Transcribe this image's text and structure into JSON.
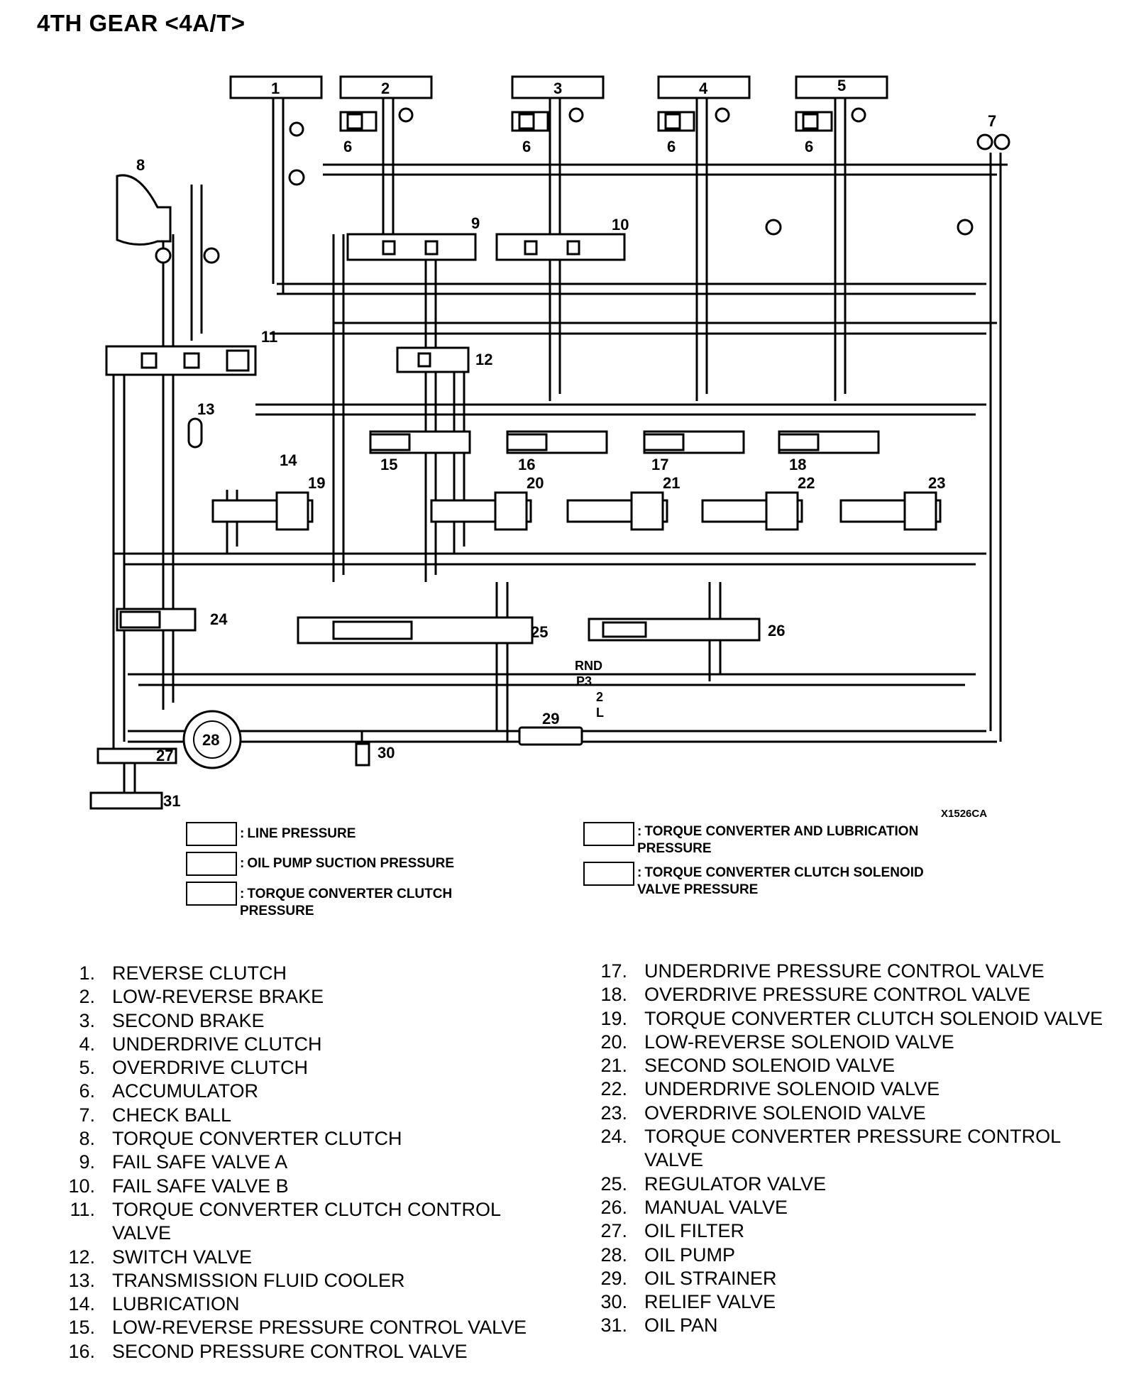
{
  "title": "4TH GEAR <4A/T>",
  "figure_code": "X1526CA",
  "diagram_labels": {
    "clutch_1": "1",
    "clutch_2": "2",
    "clutch_3": "3",
    "clutch_4": "4",
    "clutch_5": "5",
    "acc_6": "6",
    "check_7": "7",
    "tcc_8": "8",
    "fsa_9": "9",
    "fsb_10": "10",
    "tccc_11": "11",
    "switch_12": "12",
    "cooler_13": "13",
    "lube_14": "14",
    "v15": "15",
    "v16": "16",
    "v17": "17",
    "v18": "18",
    "s19": "19",
    "s20": "20",
    "s21": "21",
    "s22": "22",
    "s23": "23",
    "tcp_24": "24",
    "reg_25": "25",
    "man_26": "26",
    "filter_27": "27",
    "pump_28": "28",
    "strainer_29": "29",
    "relief_30": "30",
    "pan_31": "31",
    "range_rnd": "RND",
    "range_p3": "P3",
    "range_2": "2",
    "range_l": "L"
  },
  "legend": [
    {
      "text": "LINE PRESSURE"
    },
    {
      "text": "OIL PUMP SUCTION PRESSURE"
    },
    {
      "text": "TORQUE CONVERTER CLUTCH PRESSURE"
    },
    {
      "text": "TORQUE CONVERTER AND LUBRICATION PRESSURE"
    },
    {
      "text": "TORQUE CONVERTER CLUTCH SOLENOID VALVE PRESSURE"
    }
  ],
  "parts_left": [
    {
      "num": "1.",
      "name": "REVERSE CLUTCH"
    },
    {
      "num": "2.",
      "name": "LOW-REVERSE BRAKE"
    },
    {
      "num": "3.",
      "name": "SECOND BRAKE"
    },
    {
      "num": "4.",
      "name": "UNDERDRIVE CLUTCH"
    },
    {
      "num": "5.",
      "name": "OVERDRIVE CLUTCH"
    },
    {
      "num": "6.",
      "name": "ACCUMULATOR"
    },
    {
      "num": "7.",
      "name": "CHECK BALL"
    },
    {
      "num": "8.",
      "name": "TORQUE CONVERTER CLUTCH"
    },
    {
      "num": "9.",
      "name": "FAIL SAFE VALVE A"
    },
    {
      "num": "10.",
      "name": "FAIL SAFE VALVE B"
    },
    {
      "num": "11.",
      "name": "TORQUE CONVERTER CLUTCH CONTROL VALVE"
    },
    {
      "num": "12.",
      "name": "SWITCH VALVE"
    },
    {
      "num": "13.",
      "name": "TRANSMISSION FLUID COOLER"
    },
    {
      "num": "14.",
      "name": "LUBRICATION"
    },
    {
      "num": "15.",
      "name": "LOW-REVERSE PRESSURE CONTROL VALVE"
    },
    {
      "num": "16.",
      "name": "SECOND PRESSURE CONTROL VALVE"
    }
  ],
  "parts_right": [
    {
      "num": "17.",
      "name": "UNDERDRIVE PRESSURE CONTROL VALVE"
    },
    {
      "num": "18.",
      "name": "OVERDRIVE PRESSURE CONTROL VALVE"
    },
    {
      "num": "19.",
      "name": "TORQUE CONVERTER CLUTCH SOLENOID VALVE"
    },
    {
      "num": "20.",
      "name": "LOW-REVERSE SOLENOID VALVE"
    },
    {
      "num": "21.",
      "name": "SECOND SOLENOID VALVE"
    },
    {
      "num": "22.",
      "name": "UNDERDRIVE SOLENOID VALVE"
    },
    {
      "num": "23.",
      "name": "OVERDRIVE SOLENOID VALVE"
    },
    {
      "num": "24.",
      "name": "TORQUE CONVERTER PRESSURE CONTROL VALVE"
    },
    {
      "num": "25.",
      "name": "REGULATOR VALVE"
    },
    {
      "num": "26.",
      "name": "MANUAL VALVE"
    },
    {
      "num": "27.",
      "name": "OIL FILTER"
    },
    {
      "num": "28.",
      "name": "OIL PUMP"
    },
    {
      "num": "29.",
      "name": "OIL STRAINER"
    },
    {
      "num": "30.",
      "name": "RELIEF VALVE"
    },
    {
      "num": "31.",
      "name": "OIL PAN"
    }
  ]
}
